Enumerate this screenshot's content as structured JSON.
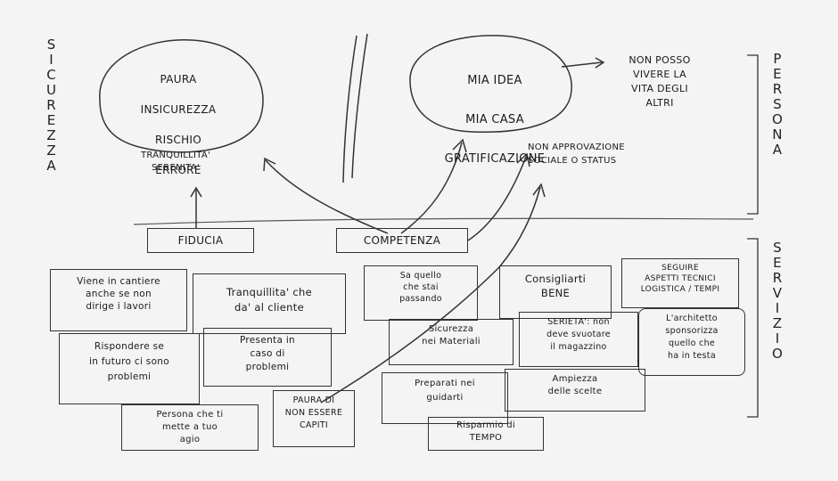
{
  "side_labels": {
    "left": "SICUREZZA",
    "right_top": "PERSONA",
    "right_bottom": "SERVIZIO"
  },
  "bubbles": {
    "left": [
      "PAURA",
      "INSICUREZZA",
      "RISCHIO",
      "ERRORE"
    ],
    "right": [
      "MIA IDEA",
      "MIA CASA",
      "GRATIFICAZIONE"
    ]
  },
  "notes": {
    "tranquillita": "TRANQUILLITA'\nSERENITA'",
    "vivere": "NON POSSO\nVIVERE LA\nVITA DEGLI\nALTRI",
    "approvazione": "NON APPROVAZIONE\nSOCIALE O STATUS"
  },
  "headers": {
    "fiducia": "FIDUCIA",
    "competenza": "COMPETENZA"
  },
  "cards": [
    "Viene in cantiere\nanche se non\ndirige i lavori",
    "Tranquillita' che\nda' al cliente",
    "Sa quello\nche stai\npassando",
    "Consigliarti\nBENE",
    "SEGUIRE\nASPETTI TECNICI\nLOGISTICA / TEMPI",
    "Rispondere se\nin futuro ci sono\nproblemi",
    "Presenta in\ncaso di\nproblemi",
    "Sicurezza\nnei Materiali",
    "SERIETA': non\ndeve svuotare\nil magazzino",
    "L'architetto\nsponsorizza\nquello che\nha in testa",
    "Persona che ti\nmette a tuo\nagio",
    "PAURA DI\nNON ESSERE\nCAPITI",
    "Preparati nei\nguidarti",
    "Ampiezza\ndelle scelte",
    "Risparmio di\nTEMPO"
  ]
}
